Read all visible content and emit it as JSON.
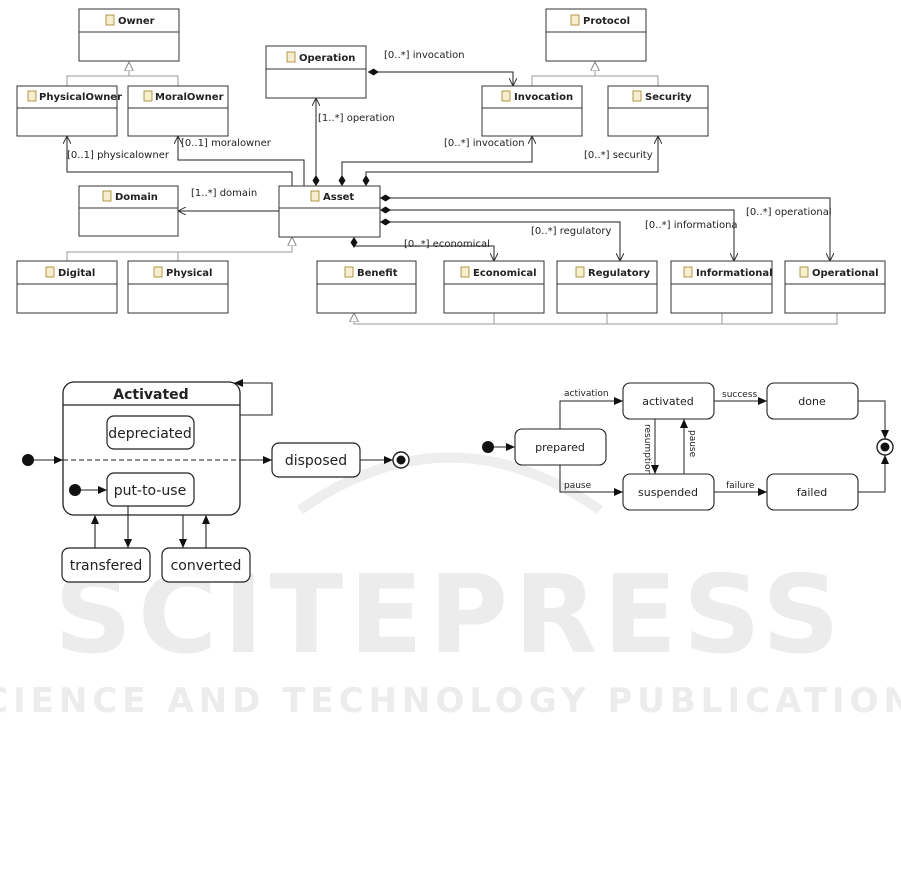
{
  "class_diagram": {
    "classes": {
      "owner": "Owner",
      "protocol": "Protocol",
      "operation": "Operation",
      "physical_owner": "PhysicalOwner",
      "moral_owner": "MoralOwner",
      "invocation": "Invocation",
      "security": "Security",
      "domain": "Domain",
      "asset": "Asset",
      "digital": "Digital",
      "physical": "Physical",
      "benefit": "Benefit",
      "economical": "Economical",
      "regulatory": "Regulatory",
      "informational": "Informational",
      "operational": "Operational"
    },
    "labels": {
      "op_invocation": "[0..*] invocation",
      "asset_operation": "[1..*] operation",
      "asset_invocation": "[0..*] invocation",
      "asset_security": "[0..*] security",
      "asset_physicalowner": "[0..1] physicalowner",
      "asset_moralowner": "[0..1] moralowner",
      "asset_domain": "[1..*] domain",
      "asset_economical": "[0..*] economical",
      "asset_regulatory": "[0..*] regulatory",
      "asset_informational": "[0..*] informationa",
      "asset_operational": "[0..*] operational"
    }
  },
  "asset_state_machine": {
    "composite": "Activated",
    "depreciated": "depreciated",
    "put_to_use": "put-to-use",
    "disposed": "disposed",
    "transfered": "transfered",
    "converted": "converted"
  },
  "operation_state_machine": {
    "prepared": "prepared",
    "activated": "activated",
    "suspended": "suspended",
    "done": "done",
    "failed": "failed",
    "labels": {
      "activation": "activation",
      "pause_low": "pause",
      "success": "success",
      "failure": "failure",
      "resumption": "resumption",
      "pause_vertical": "pause"
    }
  },
  "watermark": {
    "line1": "SCITEPRESS",
    "line2": "SCIENCE AND TECHNOLOGY PUBLICATIONS"
  }
}
